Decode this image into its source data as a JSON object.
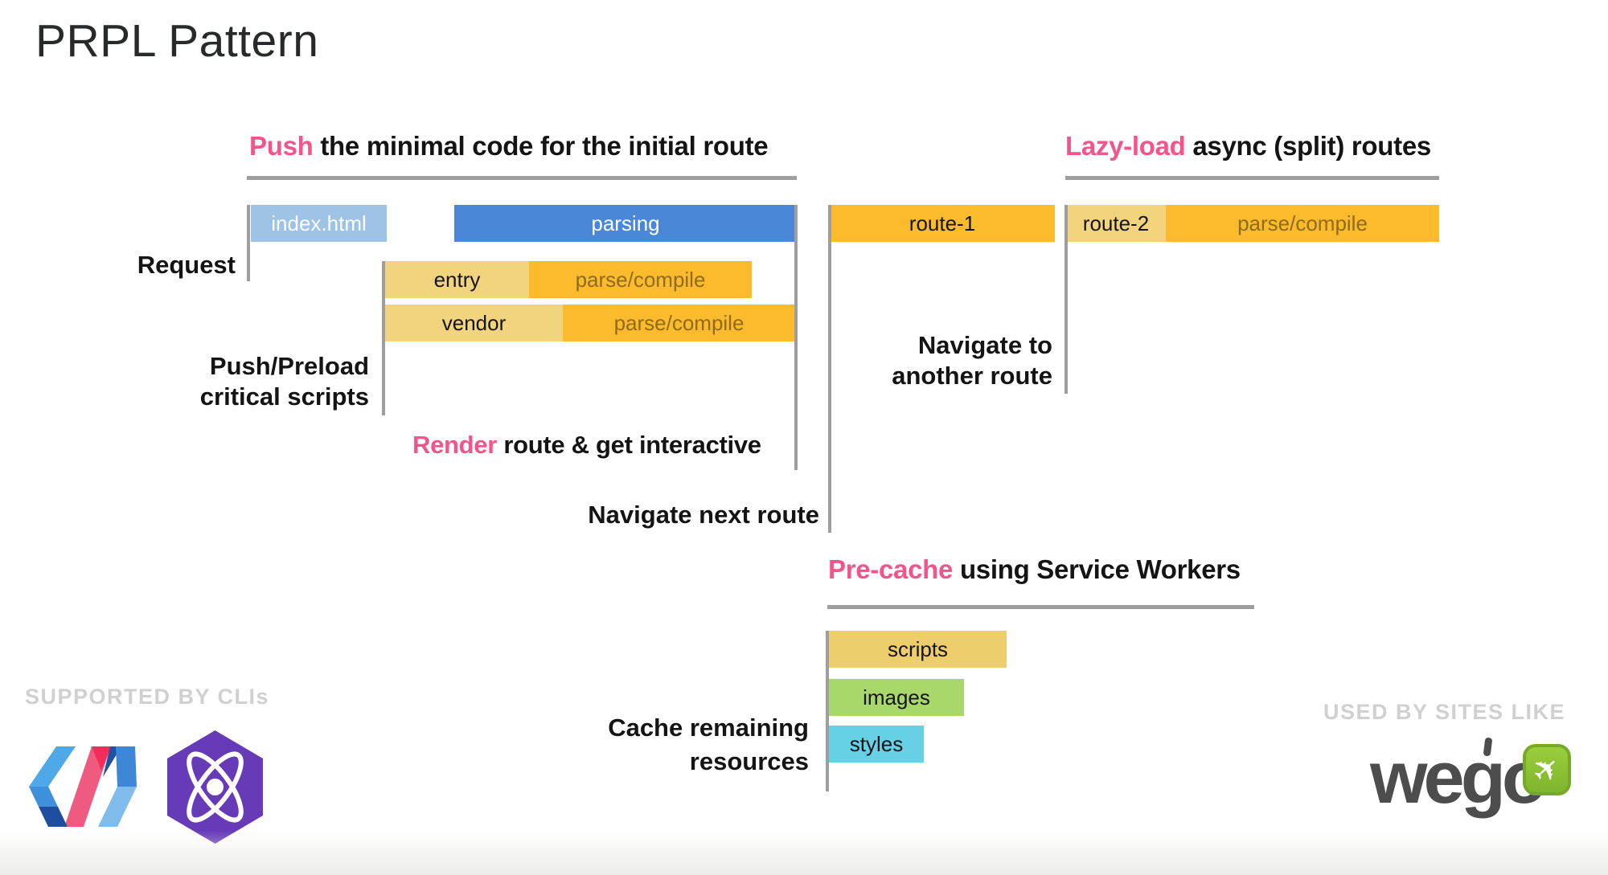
{
  "title": "PRPL Pattern",
  "headings": {
    "push": {
      "lead": "Push",
      "rest": " the minimal code for the initial route"
    },
    "lazy": {
      "lead": "Lazy-load",
      "rest": " async (split) routes"
    },
    "render": {
      "lead": "Render",
      "rest": " route & get interactive"
    },
    "precache": {
      "lead": "Pre-cache",
      "rest": " using Service Workers"
    }
  },
  "labels": {
    "request": "Request",
    "push_preload_line1": "Push/Preload",
    "push_preload_line2": "critical scripts",
    "navigate_next": "Navigate next route",
    "navigate_another_line1": "Navigate to",
    "navigate_another_line2": "another route",
    "cache_line1": "Cache remaining",
    "cache_line2": "resources"
  },
  "bars": {
    "index_html": "index.html",
    "parsing": "parsing",
    "entry": "entry",
    "entry_parse": "parse/compile",
    "vendor": "vendor",
    "vendor_parse": "parse/compile",
    "route1": "route-1",
    "route2": "route-2",
    "route2_parse": "parse/compile",
    "scripts": "scripts",
    "images": "images",
    "styles": "styles"
  },
  "footer": {
    "left_caption": "SUPPORTED BY CLIs",
    "right_caption": "USED BY SITES LIKE",
    "wego_wordmark": "wego"
  },
  "icons": {
    "polymer": "polymer-logo",
    "preact": "preact-logo",
    "wego_plane": "airplane-icon"
  },
  "colors": {
    "accent_pink": "#F4548C",
    "bar_blue_light": "#9FC2E7",
    "bar_blue": "#4A87D7",
    "bar_tan": "#F3D47E",
    "bar_orange": "#FBBB2C",
    "bar_orange_text": "#8F6B1C",
    "bar_scripts_yellow": "#EECE6C",
    "bar_images_green": "#A8D86A",
    "bar_styles_cyan": "#66D0E5",
    "marker_gray": "#9E9E9E",
    "caption_gray": "#D0D0D0",
    "preact_purple": "#673AB8",
    "wego_green": "#8DC63F",
    "wego_dark": "#4D4D4D"
  }
}
